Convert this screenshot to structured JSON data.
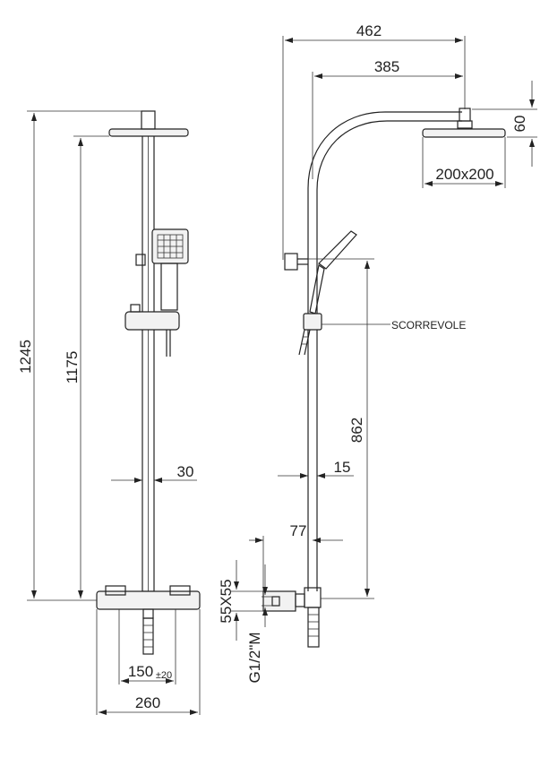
{
  "colors": {
    "ink": "#222222",
    "bg": "#ffffff"
  },
  "dimensions": {
    "total_height": "1245",
    "rail_height": "1175",
    "rail_diameter": "30",
    "head_arm_length": "462",
    "head_offset": "385",
    "head_thickness": "60",
    "head_size": "200x200",
    "slider_height": "862",
    "tube_diameter": "15",
    "valve_depth": "77",
    "valve_body": "55X55",
    "inlet_thread": "G1/2\"M",
    "inlet_spacing": "150",
    "inlet_tolerance": "±20",
    "valve_width": "260"
  },
  "notes": {
    "slider": "SCORREVOLE"
  }
}
